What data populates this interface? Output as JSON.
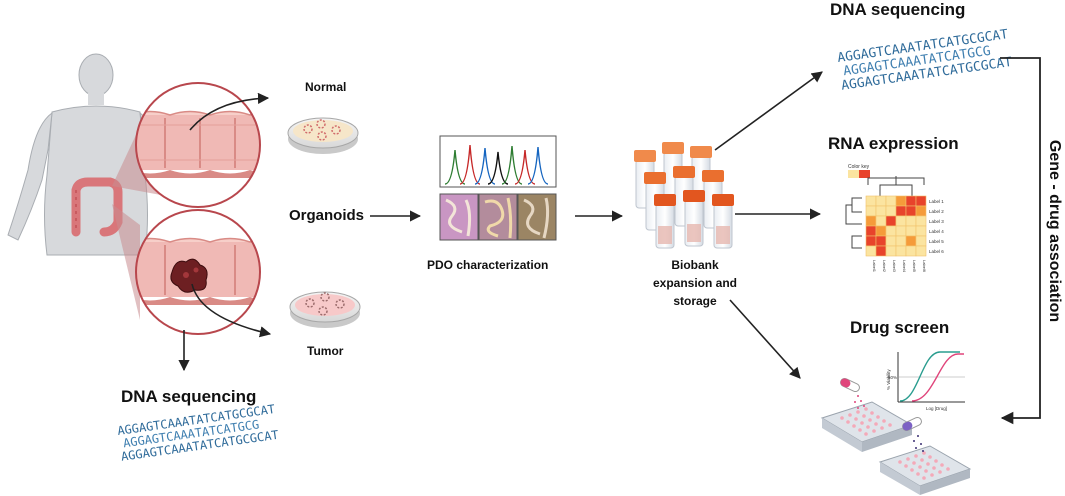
{
  "labels": {
    "normal": "Normal",
    "tumor": "Tumor",
    "organoids": "Organoids",
    "pdo": "PDO characterization",
    "biobank_l1": "Biobank",
    "biobank_l2": "expansion and",
    "biobank_l3": "storage",
    "dna_top": "DNA sequencing",
    "rna": "RNA expression",
    "drug": "Drug screen",
    "dna_bottom": "DNA sequencing",
    "gene_drug": "Gene - drug association"
  },
  "sequence": {
    "line1": "AGGAGTCAAATATCATGCGCAT",
    "line2": "AGGAGTCAAATATCATGCG",
    "line3": "AGGAGTCAAATATCATGCGCAT"
  },
  "heatmap": {
    "legend_title": "Color key",
    "row_labels": [
      "Label 1",
      "Label 2",
      "Label 3",
      "Label 4",
      "Label 5",
      "Label 6"
    ],
    "col_labels": [
      "Label1",
      "Label2",
      "Label3",
      "Label4",
      "Label5",
      "Label6"
    ]
  },
  "dose_response": {
    "ylabel": "% Viability",
    "mid_label": "50%",
    "xlabel": "Log [Drug]"
  },
  "colors": {
    "arrow": "#222222",
    "tissue_pink": "#e9a6a6",
    "circle_border": "#b8474d",
    "heat_red": "#e8432b",
    "heat_orange": "#f59b3a",
    "heat_yellow": "#fbe4a0",
    "seq_blue": "#2f6b9a"
  }
}
